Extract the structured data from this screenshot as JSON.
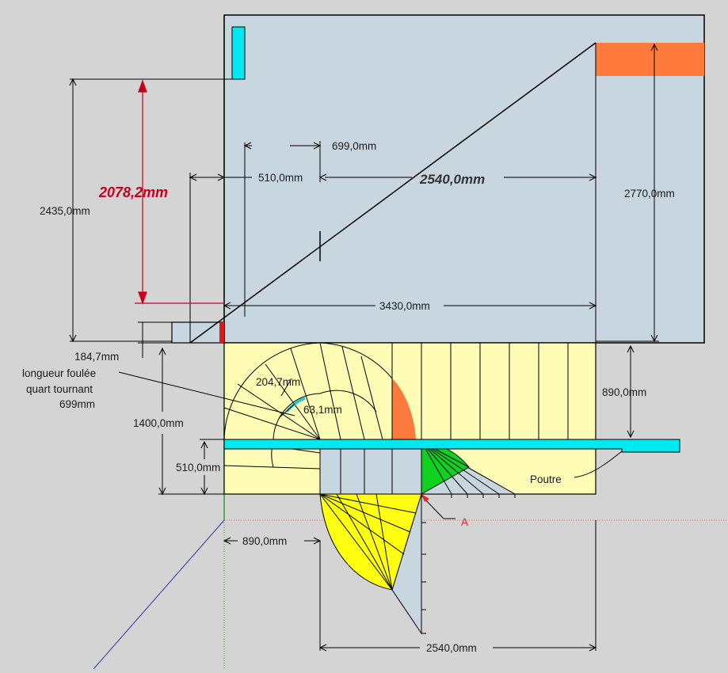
{
  "colors": {
    "background": "#d4d4d4",
    "wall": "#c8d6e0",
    "stair_floor": "#fffcb5",
    "beam": "#00e8f0",
    "orange_marker": "#ff7a3c",
    "green_fan": "#10d020",
    "yellow_fan": "#ffff10",
    "red_key": "#c8001e",
    "axis_green": "#2fa02f",
    "axis_blue": "#3030b0",
    "axis_red": "#e06060"
  },
  "dimensions": {
    "d_2435": "2435,0mm",
    "d_2078": "2078,2mm",
    "d_699": "699,0mm",
    "d_510_top": "510,0mm",
    "d_2540_top": "2540,0mm",
    "d_2770": "2770,0mm",
    "d_3430": "3430,0mm",
    "d_184": "184,7mm",
    "d_1400": "1400,0mm",
    "d_510_left": "510,0mm",
    "d_890_right": "890,0mm",
    "d_890_bottom": "890,0mm",
    "d_2540_bottom": "2540,0mm",
    "d_204": "204,7mm",
    "d_63": "63,1mm"
  },
  "annotations": {
    "longueur_line1": "longueur foulée",
    "longueur_line2": "quart tournant",
    "longueur_line3": "699mm",
    "poutre": "Poutre",
    "point_a": "A"
  }
}
